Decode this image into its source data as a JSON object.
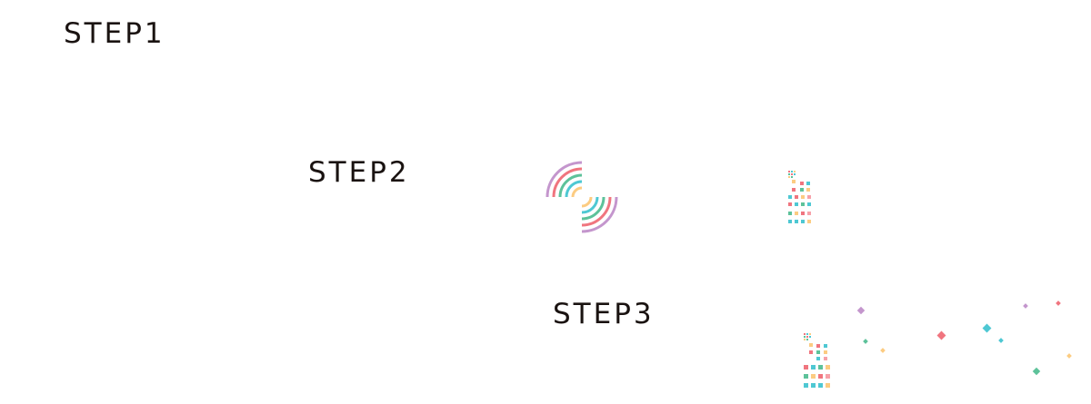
{
  "steps": [
    {
      "label": "STEP1"
    },
    {
      "label": "STEP2"
    },
    {
      "label": "STEP3"
    }
  ],
  "palette": {
    "text": "#1a1311",
    "purple": "#c496cd",
    "coral": "#f0757f",
    "teal": "#4ec8d3",
    "green": "#5dc29a",
    "yellow": "#fccc82",
    "pink": "#f7a1a9"
  },
  "illustrations": {
    "arcs": "concentric-arcs-icon",
    "tower": "pixel-tower-icon",
    "sparkles": "sparkle-diamonds-icon"
  }
}
